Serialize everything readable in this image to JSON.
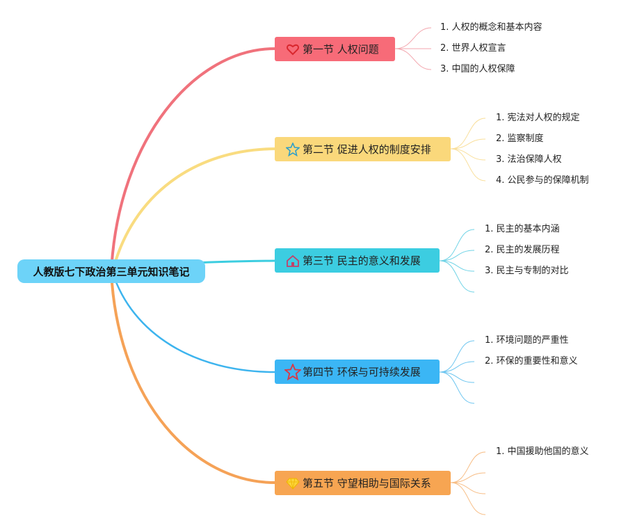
{
  "root": {
    "title": "人教版七下政治第三单元知识笔记"
  },
  "sections": [
    {
      "title": "第一节 人权问题",
      "icon": "heart-icon",
      "color": "#f76b78",
      "items": [
        "1. 人权的概念和基本内容",
        "2. 世界人权宣言",
        "3. 中国的人权保障"
      ]
    },
    {
      "title": "第二节 促进人权的制度安排",
      "icon": "star-outline-icon",
      "color": "#fad87b",
      "items": [
        "1. 宪法对人权的规定",
        "2. 监察制度",
        "3. 法治保障人权",
        "4. 公民参与的保障机制"
      ]
    },
    {
      "title": "第三节 民主的意义和发展",
      "icon": "home-icon",
      "color": "#3ccde1",
      "items": [
        "1. 民主的基本内涵",
        "2. 民主的发展历程",
        "3. 民主与专制的对比"
      ]
    },
    {
      "title": "第四节 环保与可持续发展",
      "icon": "star-icon",
      "color": "#3bb6f5",
      "items": [
        "1. 环境问题的严重性",
        "2. 环保的重要性和意义"
      ]
    },
    {
      "title": "第五节 守望相助与国际关系",
      "icon": "diamond-icon",
      "color": "#f7a552",
      "items": [
        "1. 中国援助他国的意义"
      ]
    }
  ]
}
